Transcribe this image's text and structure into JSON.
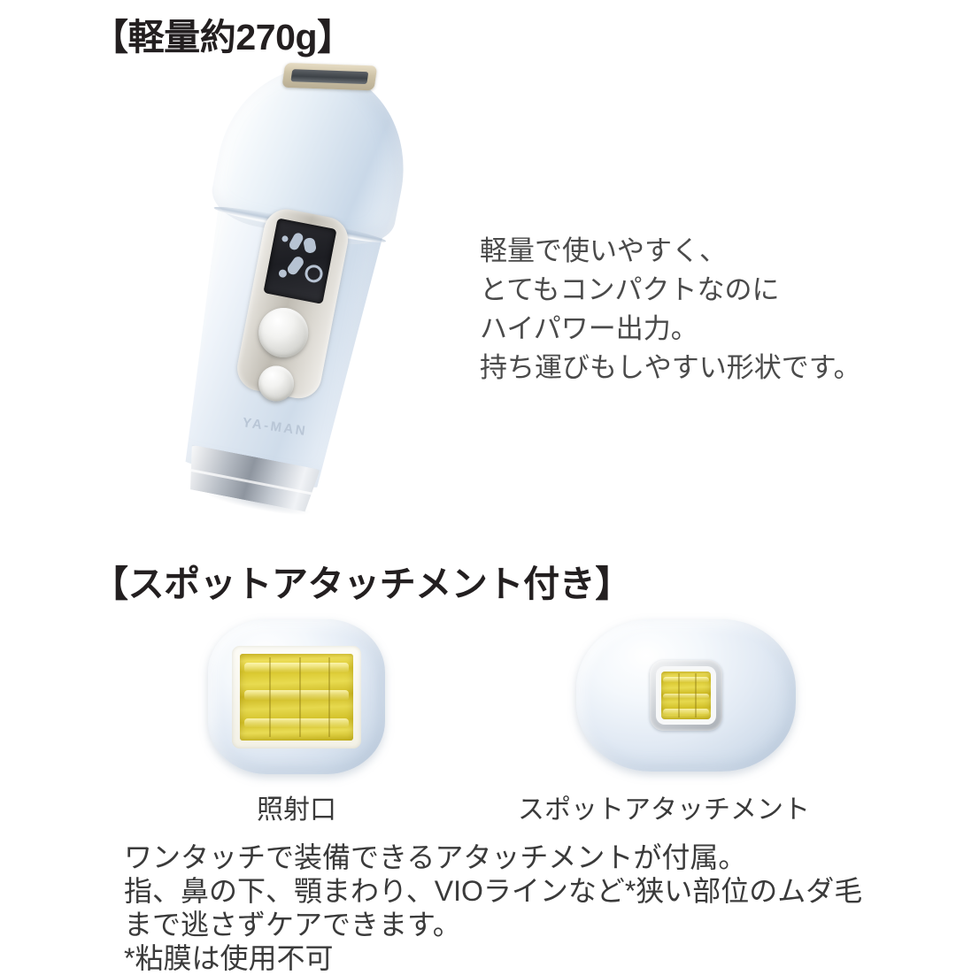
{
  "page": {
    "background_color": "#ffffff",
    "text_color": "#3a3a3a",
    "heading_color": "#231f20"
  },
  "sections": {
    "weight": {
      "heading": "【軽量約270g】",
      "description_lines": [
        "軽量で使いやすく、",
        "とてもコンパクトなのに",
        "ハイパワー出力。",
        "持ち運びもしやすい形状です。"
      ],
      "device": {
        "brand_logo": "YA-MAN",
        "body_color": "#dbe5f0",
        "accent_color": "#d9c42e",
        "plate_color": "#bfbbb2",
        "lcd_color": "#1d1e23"
      }
    },
    "spot_attachment": {
      "heading": "【スポットアタッチメント付き】",
      "figures": [
        {
          "caption": "照射口",
          "lamp_color": "#d9c42e"
        },
        {
          "caption": "スポットアタッチメント",
          "lamp_color": "#d9c42e"
        }
      ],
      "body_lines": [
        "ワンタッチで装備できるアタッチメントが付属。",
        "指、鼻の下、顎まわり、VIOラインなど*狭い部位のムダ毛",
        "まで逃さずケアできます。",
        "*粘膜は使用不可"
      ]
    }
  }
}
